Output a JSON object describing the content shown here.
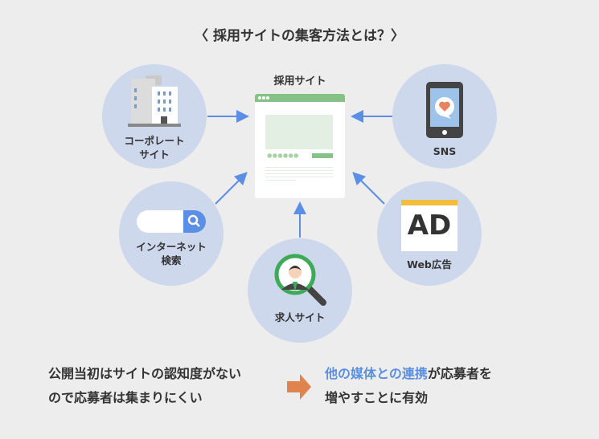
{
  "title": "〈 採用サイトの集客方法とは？〉",
  "center_label": "採用サイト",
  "nodes": {
    "corporate": {
      "line1": "コーポレート",
      "line2": "サイト"
    },
    "sns": {
      "label": "SNS"
    },
    "internet": {
      "line1": "インターネット",
      "line2": "検索"
    },
    "ad": {
      "label": "Web広告",
      "icon_text": "AD"
    },
    "job": {
      "label": "求人サイト"
    }
  },
  "bottom": {
    "left_line1": "公開当初はサイトの認知度がない",
    "left_line2": "ので応募者は集まりにくい",
    "right_highlight": "他の媒体との連携",
    "right_line1_rest": "が応募者を",
    "right_line2": "増やすことに有効"
  },
  "colors": {
    "arrow": "#5b8fe6",
    "circle": "#cdd8ec",
    "green": "#86c285",
    "orange": "#e0834f"
  }
}
